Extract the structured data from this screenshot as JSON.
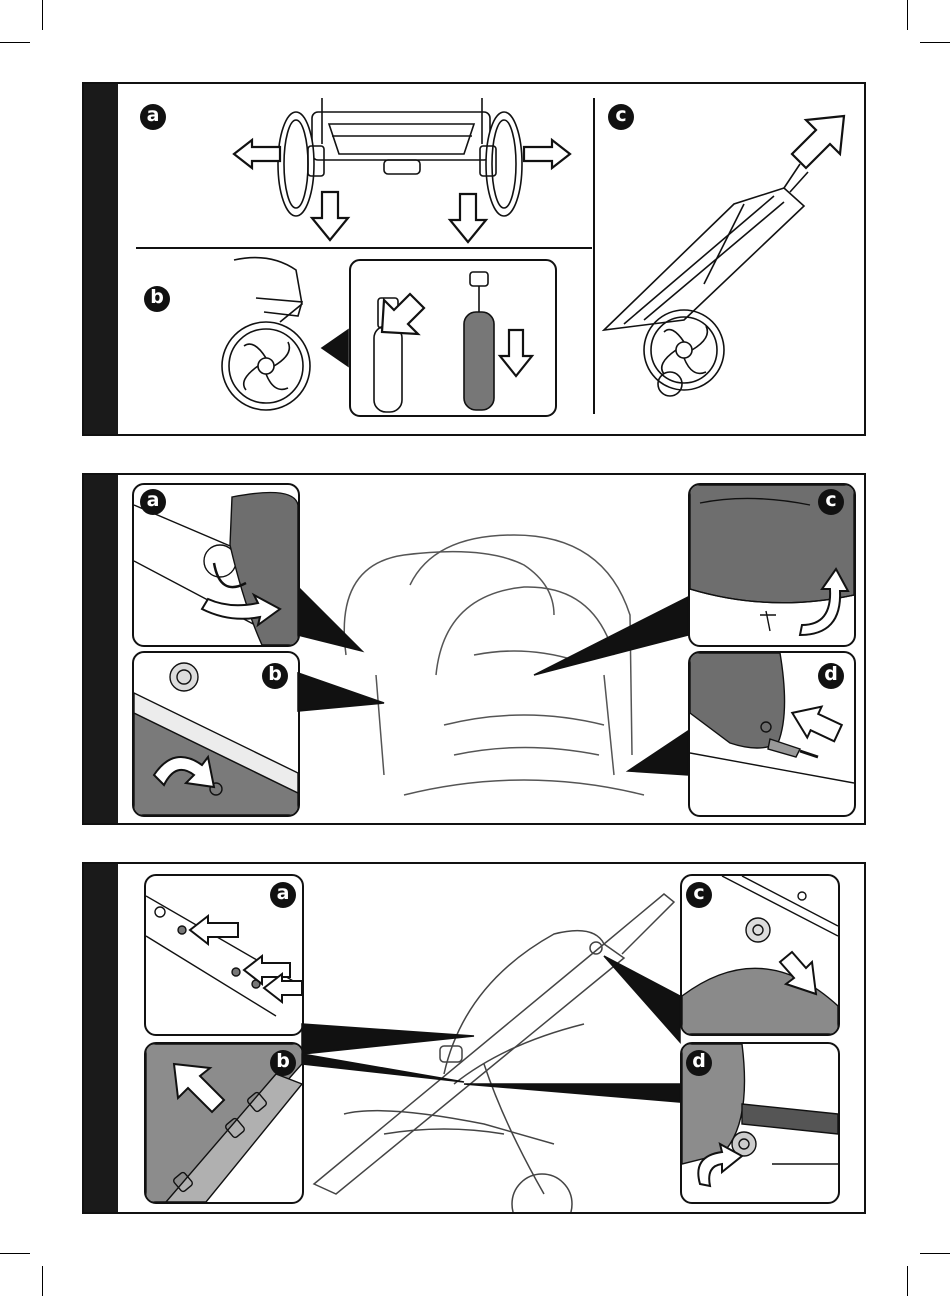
{
  "colors": {
    "ink": "#111111",
    "spine": "#1a1a1a",
    "fabric_dark": "#6e6e6e",
    "fabric_mid": "#8c8c8c",
    "paper": "#ffffff"
  },
  "panel1": {
    "labels": {
      "a": "a",
      "b": "b",
      "c": "c"
    }
  },
  "panel2": {
    "labels": {
      "a": "a",
      "b": "b",
      "c": "c",
      "d": "d"
    }
  },
  "panel3": {
    "labels": {
      "a": "a",
      "b": "b",
      "c": "c",
      "d": "d"
    }
  },
  "icons": [
    "arrow-left-icon",
    "arrow-right-icon",
    "arrow-down-icon",
    "arrow-up-right-icon",
    "rotate-arrow-icon",
    "wheel-icon",
    "stroller-frame-icon"
  ]
}
